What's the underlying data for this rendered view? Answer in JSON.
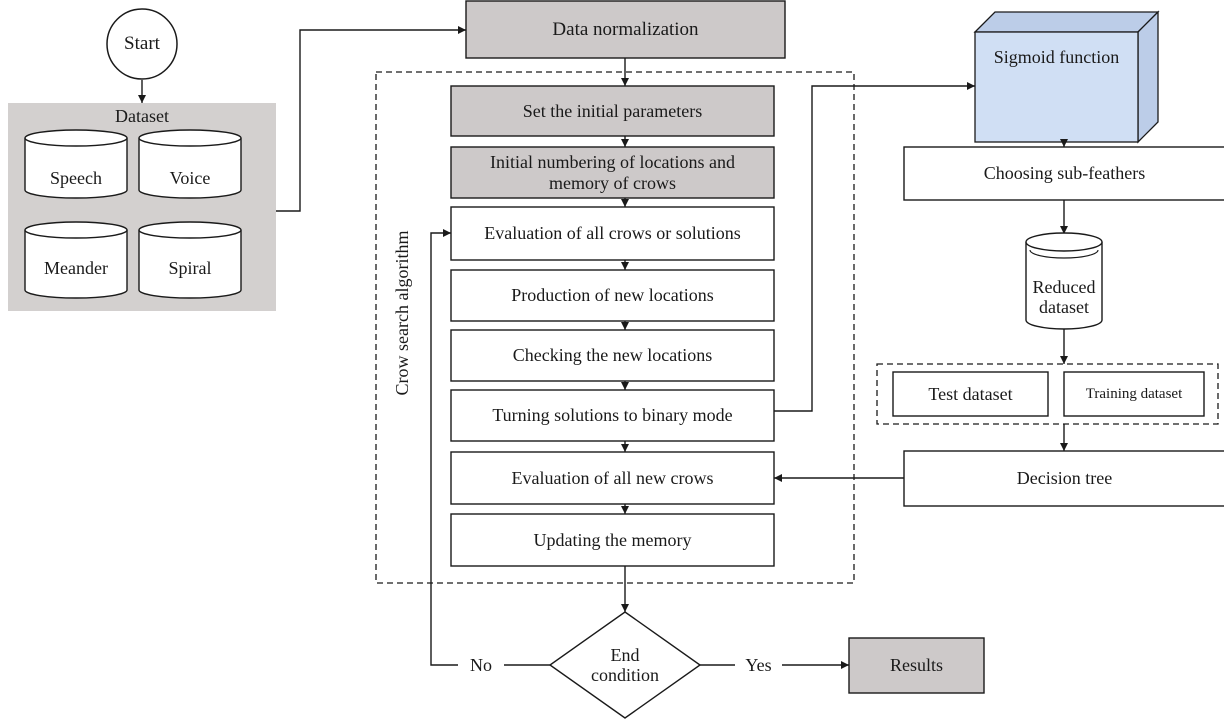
{
  "start": {
    "label": "Start"
  },
  "dataset": {
    "title": "Dataset",
    "items": [
      "Speech",
      "Voice",
      "Meander",
      "Spiral"
    ]
  },
  "normalization": {
    "label": "Data normalization"
  },
  "csa": {
    "title": "Crow search algorithm",
    "steps": [
      "Set the initial parameters",
      "Initial numbering of locations and memory of crows",
      "Evaluation of all crows or solutions",
      "Production of new locations",
      "Checking the new locations",
      "Turning solutions to binary mode",
      "Evaluation of all new crows",
      "Updating the memory"
    ]
  },
  "right_pipeline": {
    "sigmoid": "Sigmoid function",
    "choosing": "Choosing sub-feathers",
    "reduced": "Reduced dataset",
    "test": "Test dataset",
    "training": "Training dataset",
    "tree": "Decision tree"
  },
  "decision": {
    "label": "End condition",
    "no": "No",
    "yes": "Yes"
  },
  "results": {
    "label": "Results"
  },
  "colors": {
    "gray_fill": "#cdc9c9",
    "dataset_panel": "#d3d0cf",
    "sigmoid_front": "#d0dff4",
    "sigmoid_side": "#bccde8",
    "stroke": "#1a1a1a"
  }
}
